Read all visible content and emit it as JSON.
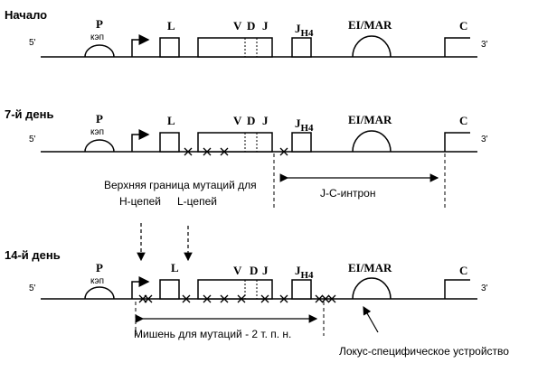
{
  "rows": [
    {
      "caption": "Начало",
      "labels": {
        "five_prime": "5'",
        "three_prime": "3'",
        "P": "P",
        "kep": "кэп",
        "L": "L",
        "V": "V",
        "D": "D",
        "J": "J",
        "JH": "J",
        "JH_sub": "H4",
        "EI": "EI/MAR",
        "C": "C"
      }
    },
    {
      "caption": "7-й день",
      "labels": {
        "five_prime": "5'",
        "three_prime": "3'",
        "P": "P",
        "kep": "кэп",
        "L": "L",
        "V": "V",
        "D": "D",
        "J": "J",
        "JH": "J",
        "JH_sub": "H4",
        "EI": "EI/MAR",
        "C": "C"
      }
    },
    {
      "caption": "14-й день",
      "labels": {
        "five_prime": "5'",
        "three_prime": "3'",
        "P": "P",
        "kep": "кэп",
        "L": "L",
        "V": "V",
        "D": "D",
        "J": "J",
        "JH": "J",
        "JH_sub": "H4",
        "EI": "EI/MAR",
        "C": "C"
      }
    }
  ],
  "annotations": {
    "upper_bound": "Верхняя граница мутаций для",
    "h_chains": "Н-цепей",
    "l_chains": "L-цепей",
    "jc_intron": "J-C-интрон",
    "target": "Мишень для мутаций - 2 т. п. н.",
    "locus_device": "Локус-специфическое устройство"
  }
}
